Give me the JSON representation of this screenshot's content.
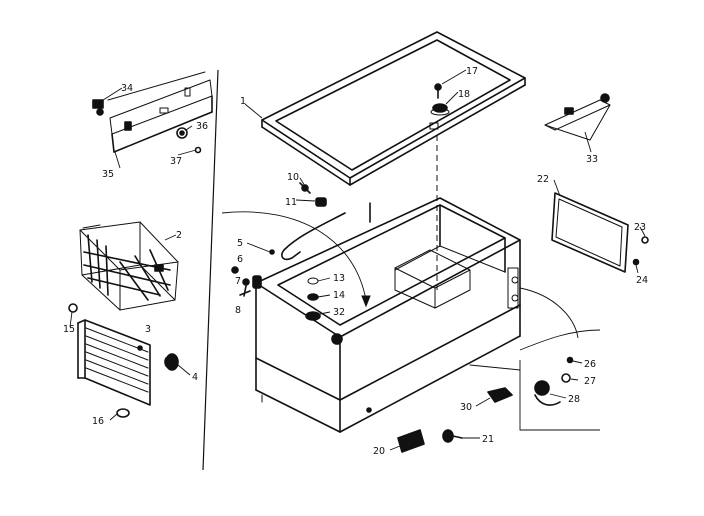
{
  "callouts": [
    {
      "id": "c1",
      "text": "1"
    },
    {
      "id": "c2",
      "text": "2"
    },
    {
      "id": "c3",
      "text": "3"
    },
    {
      "id": "c4",
      "text": "4"
    },
    {
      "id": "c5",
      "text": "5"
    },
    {
      "id": "c6",
      "text": "6"
    },
    {
      "id": "c7",
      "text": "7"
    },
    {
      "id": "c8",
      "text": "8"
    },
    {
      "id": "c10",
      "text": "10"
    },
    {
      "id": "c11",
      "text": "11"
    },
    {
      "id": "c13",
      "text": "13"
    },
    {
      "id": "c14",
      "text": "14"
    },
    {
      "id": "c15",
      "text": "15"
    },
    {
      "id": "c16",
      "text": "16"
    },
    {
      "id": "c17",
      "text": "17"
    },
    {
      "id": "c18",
      "text": "18"
    },
    {
      "id": "c20",
      "text": "20"
    },
    {
      "id": "c21",
      "text": "21"
    },
    {
      "id": "c22",
      "text": "22"
    },
    {
      "id": "c23",
      "text": "23"
    },
    {
      "id": "c24",
      "text": "24"
    },
    {
      "id": "c26",
      "text": "26"
    },
    {
      "id": "c27",
      "text": "27"
    },
    {
      "id": "c28",
      "text": "28"
    },
    {
      "id": "c30",
      "text": "30"
    },
    {
      "id": "c32",
      "text": "32"
    },
    {
      "id": "c33",
      "text": "33"
    },
    {
      "id": "c34",
      "text": "34"
    },
    {
      "id": "c35",
      "text": "35"
    },
    {
      "id": "c36",
      "text": "36"
    },
    {
      "id": "c37",
      "text": "37"
    }
  ]
}
